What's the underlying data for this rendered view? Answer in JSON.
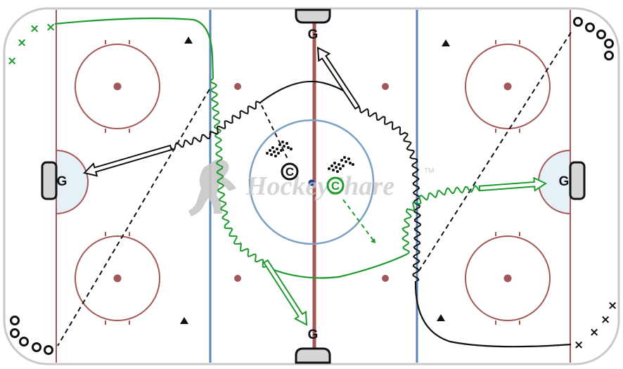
{
  "goalies": {
    "left": "G",
    "right": "G",
    "top": "G",
    "bottom": "G"
  },
  "coaches": {
    "black": "C",
    "green": "C"
  },
  "player_marks": {
    "forward": "×",
    "defense": "o"
  },
  "watermark": {
    "text": "HockeyShare",
    "trademark": "TM"
  },
  "colors": {
    "rink_line_red": "#a35757",
    "blue_line": "#5a86b5",
    "center_circle": "#7c9fc2",
    "crease_fill": "#e6f0f7",
    "goal_net": "#d6d6d6",
    "team_green": "#1f9a2e",
    "team_black": "#111111",
    "watermark": "#c8c8c8"
  }
}
